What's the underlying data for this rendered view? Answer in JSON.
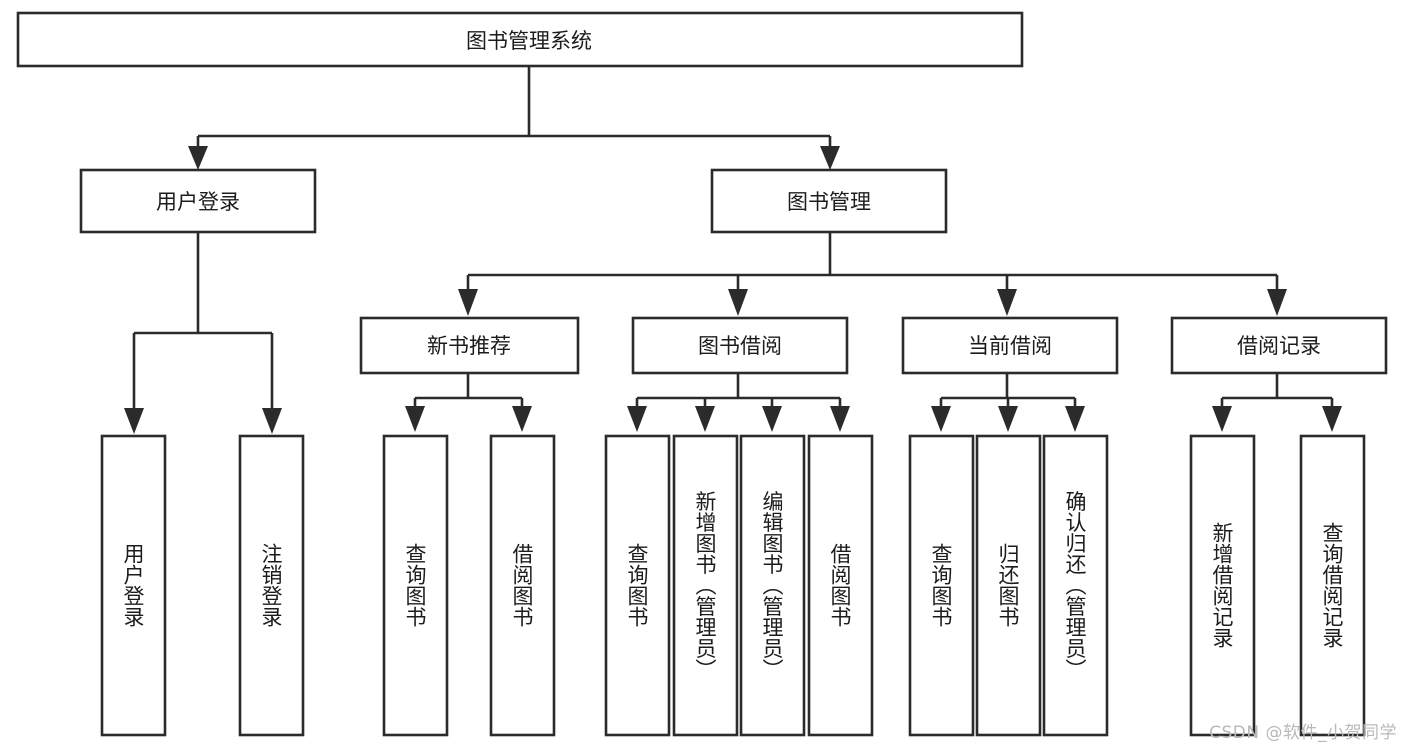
{
  "diagram": {
    "title": "图书管理系统",
    "watermark": "CSDN @软件_小贺同学",
    "colors": {
      "stroke": "#2b2b2b",
      "fill": "#ffffff",
      "text": "#1c1c1c",
      "watermark": "#b9b9b9"
    },
    "levels": {
      "root": {
        "label": "图书管理系统"
      },
      "level2": [
        {
          "label": "用户登录"
        },
        {
          "label": "图书管理"
        }
      ],
      "level3": [
        {
          "label": "新书推荐"
        },
        {
          "label": "图书借阅"
        },
        {
          "label": "当前借阅"
        },
        {
          "label": "借阅记录"
        }
      ],
      "leaves": [
        {
          "label": "用户登录",
          "parent": "用户登录"
        },
        {
          "label": "注销登录",
          "parent": "用户登录"
        },
        {
          "label": "查询图书",
          "parent": "新书推荐"
        },
        {
          "label": "借阅图书",
          "parent": "新书推荐"
        },
        {
          "label": "查询图书",
          "parent": "图书借阅"
        },
        {
          "label": "新增图书（管理员）",
          "parent": "图书借阅"
        },
        {
          "label": "编辑图书（管理员）",
          "parent": "图书借阅"
        },
        {
          "label": "借阅图书",
          "parent": "图书借阅"
        },
        {
          "label": "查询图书",
          "parent": "当前借阅"
        },
        {
          "label": "归还图书",
          "parent": "当前借阅"
        },
        {
          "label": "确认归还（管理员）",
          "parent": "当前借阅"
        },
        {
          "label": "新增借阅记录",
          "parent": "借阅记录"
        },
        {
          "label": "查询借阅记录",
          "parent": "借阅记录"
        }
      ]
    }
  }
}
